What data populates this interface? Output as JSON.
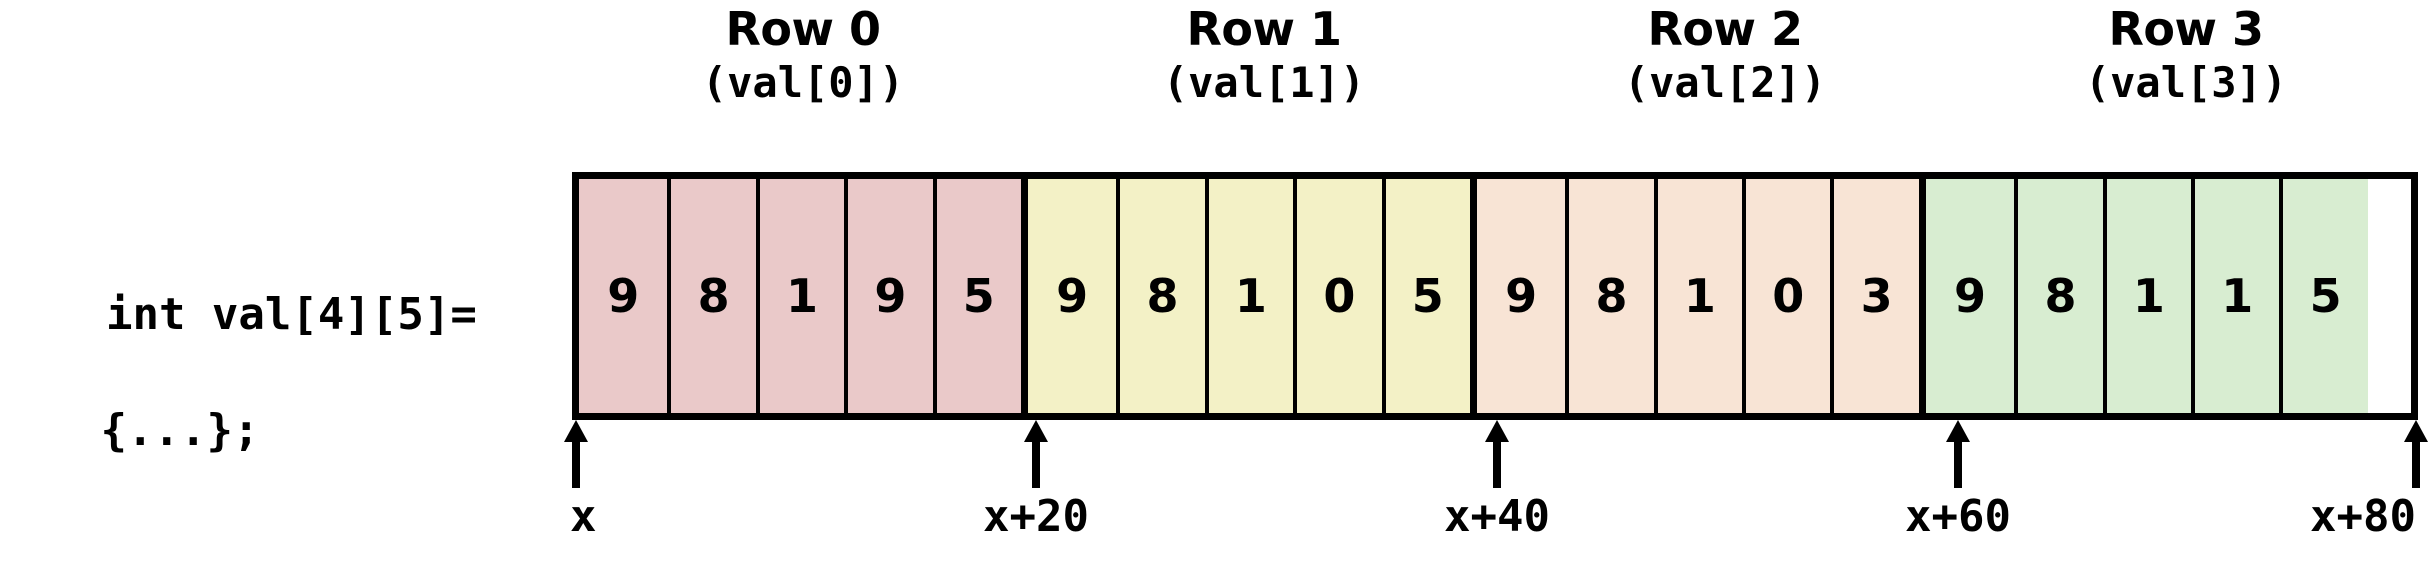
{
  "declaration": {
    "line1": "int val[4][5]=",
    "line2": "{...};"
  },
  "rows": [
    {
      "title": "Row 0",
      "subtitle": "(val[0])",
      "color": "#eac9c9",
      "values": [
        "9",
        "8",
        "1",
        "9",
        "5"
      ]
    },
    {
      "title": "Row 1",
      "subtitle": "(val[1])",
      "color": "#f3f1c6",
      "values": [
        "9",
        "8",
        "1",
        "0",
        "5"
      ]
    },
    {
      "title": "Row 2",
      "subtitle": "(val[2])",
      "color": "#f8e4d5",
      "values": [
        "9",
        "8",
        "1",
        "0",
        "3"
      ]
    },
    {
      "title": "Row 3",
      "subtitle": "(val[3])",
      "color": "#d8edd1",
      "values": [
        "9",
        "8",
        "1",
        "1",
        "5"
      ]
    }
  ],
  "ticks": [
    {
      "label": "x",
      "icon": "up-arrow-icon"
    },
    {
      "label": "x+20",
      "icon": "up-arrow-icon"
    },
    {
      "label": "x+40",
      "icon": "up-arrow-icon"
    },
    {
      "label": "x+60",
      "icon": "up-arrow-icon"
    },
    {
      "label": "x+80",
      "icon": "up-arrow-icon"
    }
  ],
  "colors": {
    "outline": "#000000",
    "background": "#ffffff"
  }
}
